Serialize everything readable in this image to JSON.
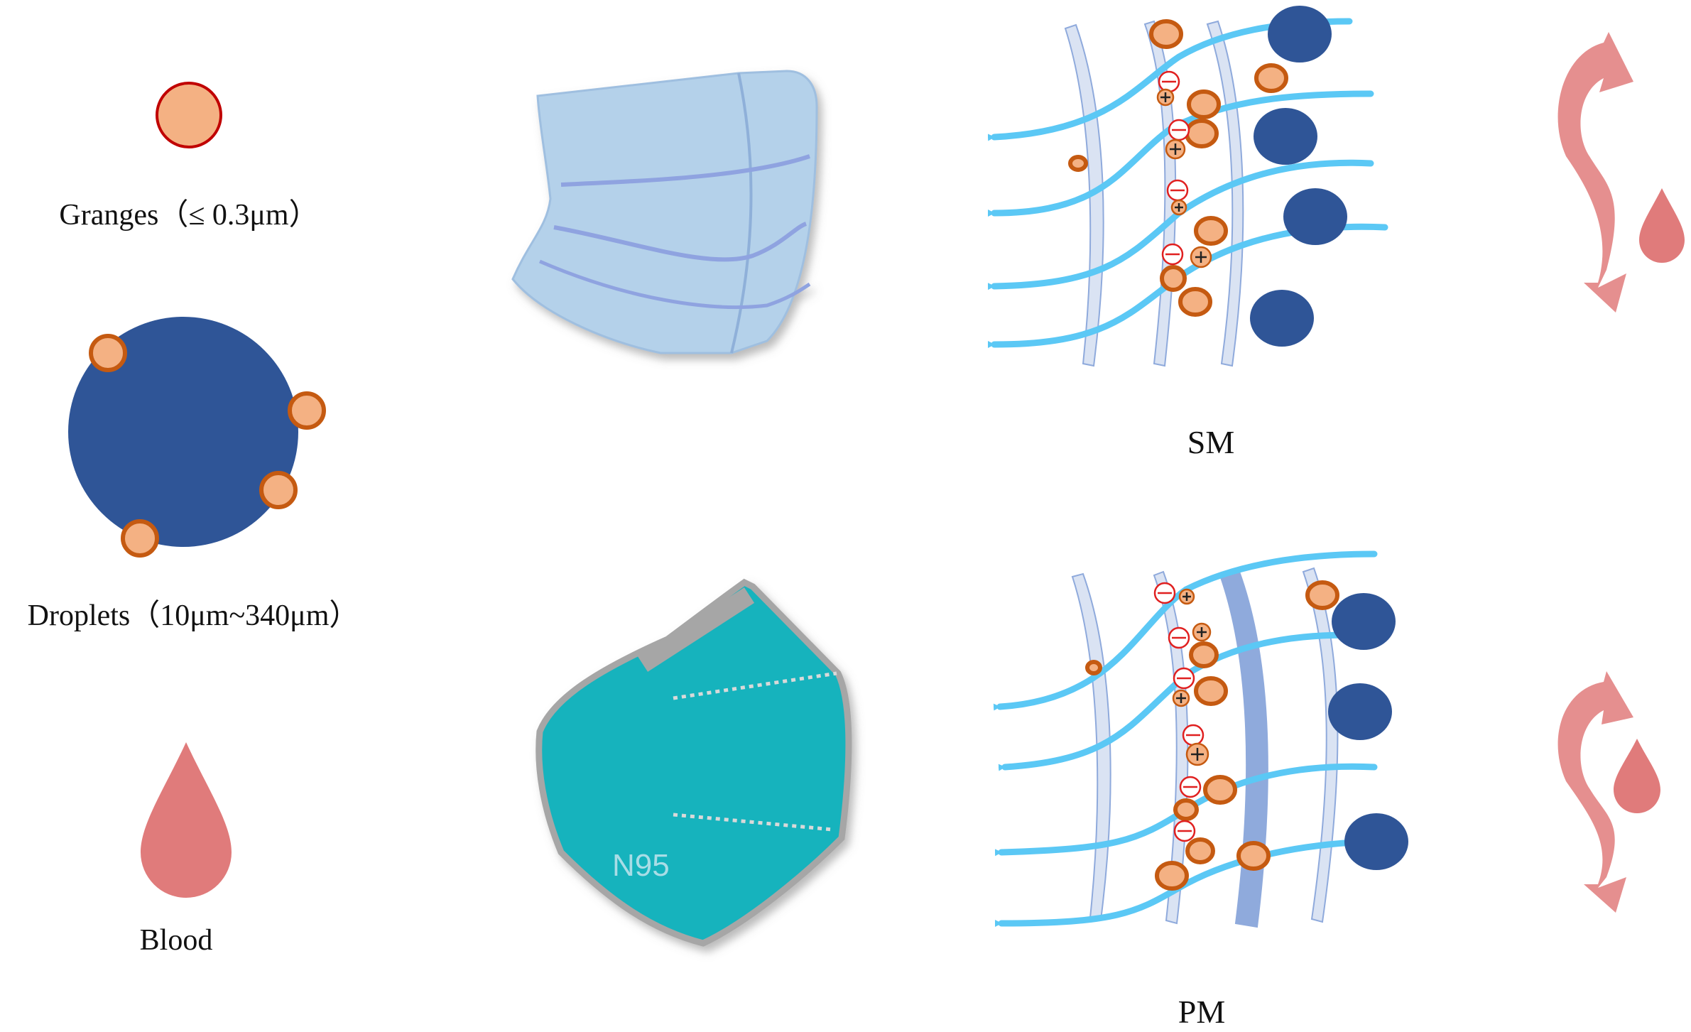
{
  "legend": {
    "granges_label": "Granges（≤ 0.3μm）",
    "droplets_label": "Droplets（10μm~340μm）",
    "blood_label": "Blood"
  },
  "masks": {
    "surgical": {
      "label": "SM"
    },
    "n95": {
      "label": "PM",
      "imprint": "N95"
    }
  },
  "colors": {
    "granule_fill": "#f4b183",
    "granule_stroke": "#c55a11",
    "granule_legend_stroke": "#c00000",
    "droplet": "#2f5597",
    "blood": "#e07b7b",
    "airflow": "#5bc8f5",
    "fiber": "#dae3f3",
    "fiber_stroke": "#8faadc",
    "fiber_dense": "#8faadc",
    "surgical_mask": "#b4d1ea",
    "n95_mask": "#17b3bd"
  }
}
